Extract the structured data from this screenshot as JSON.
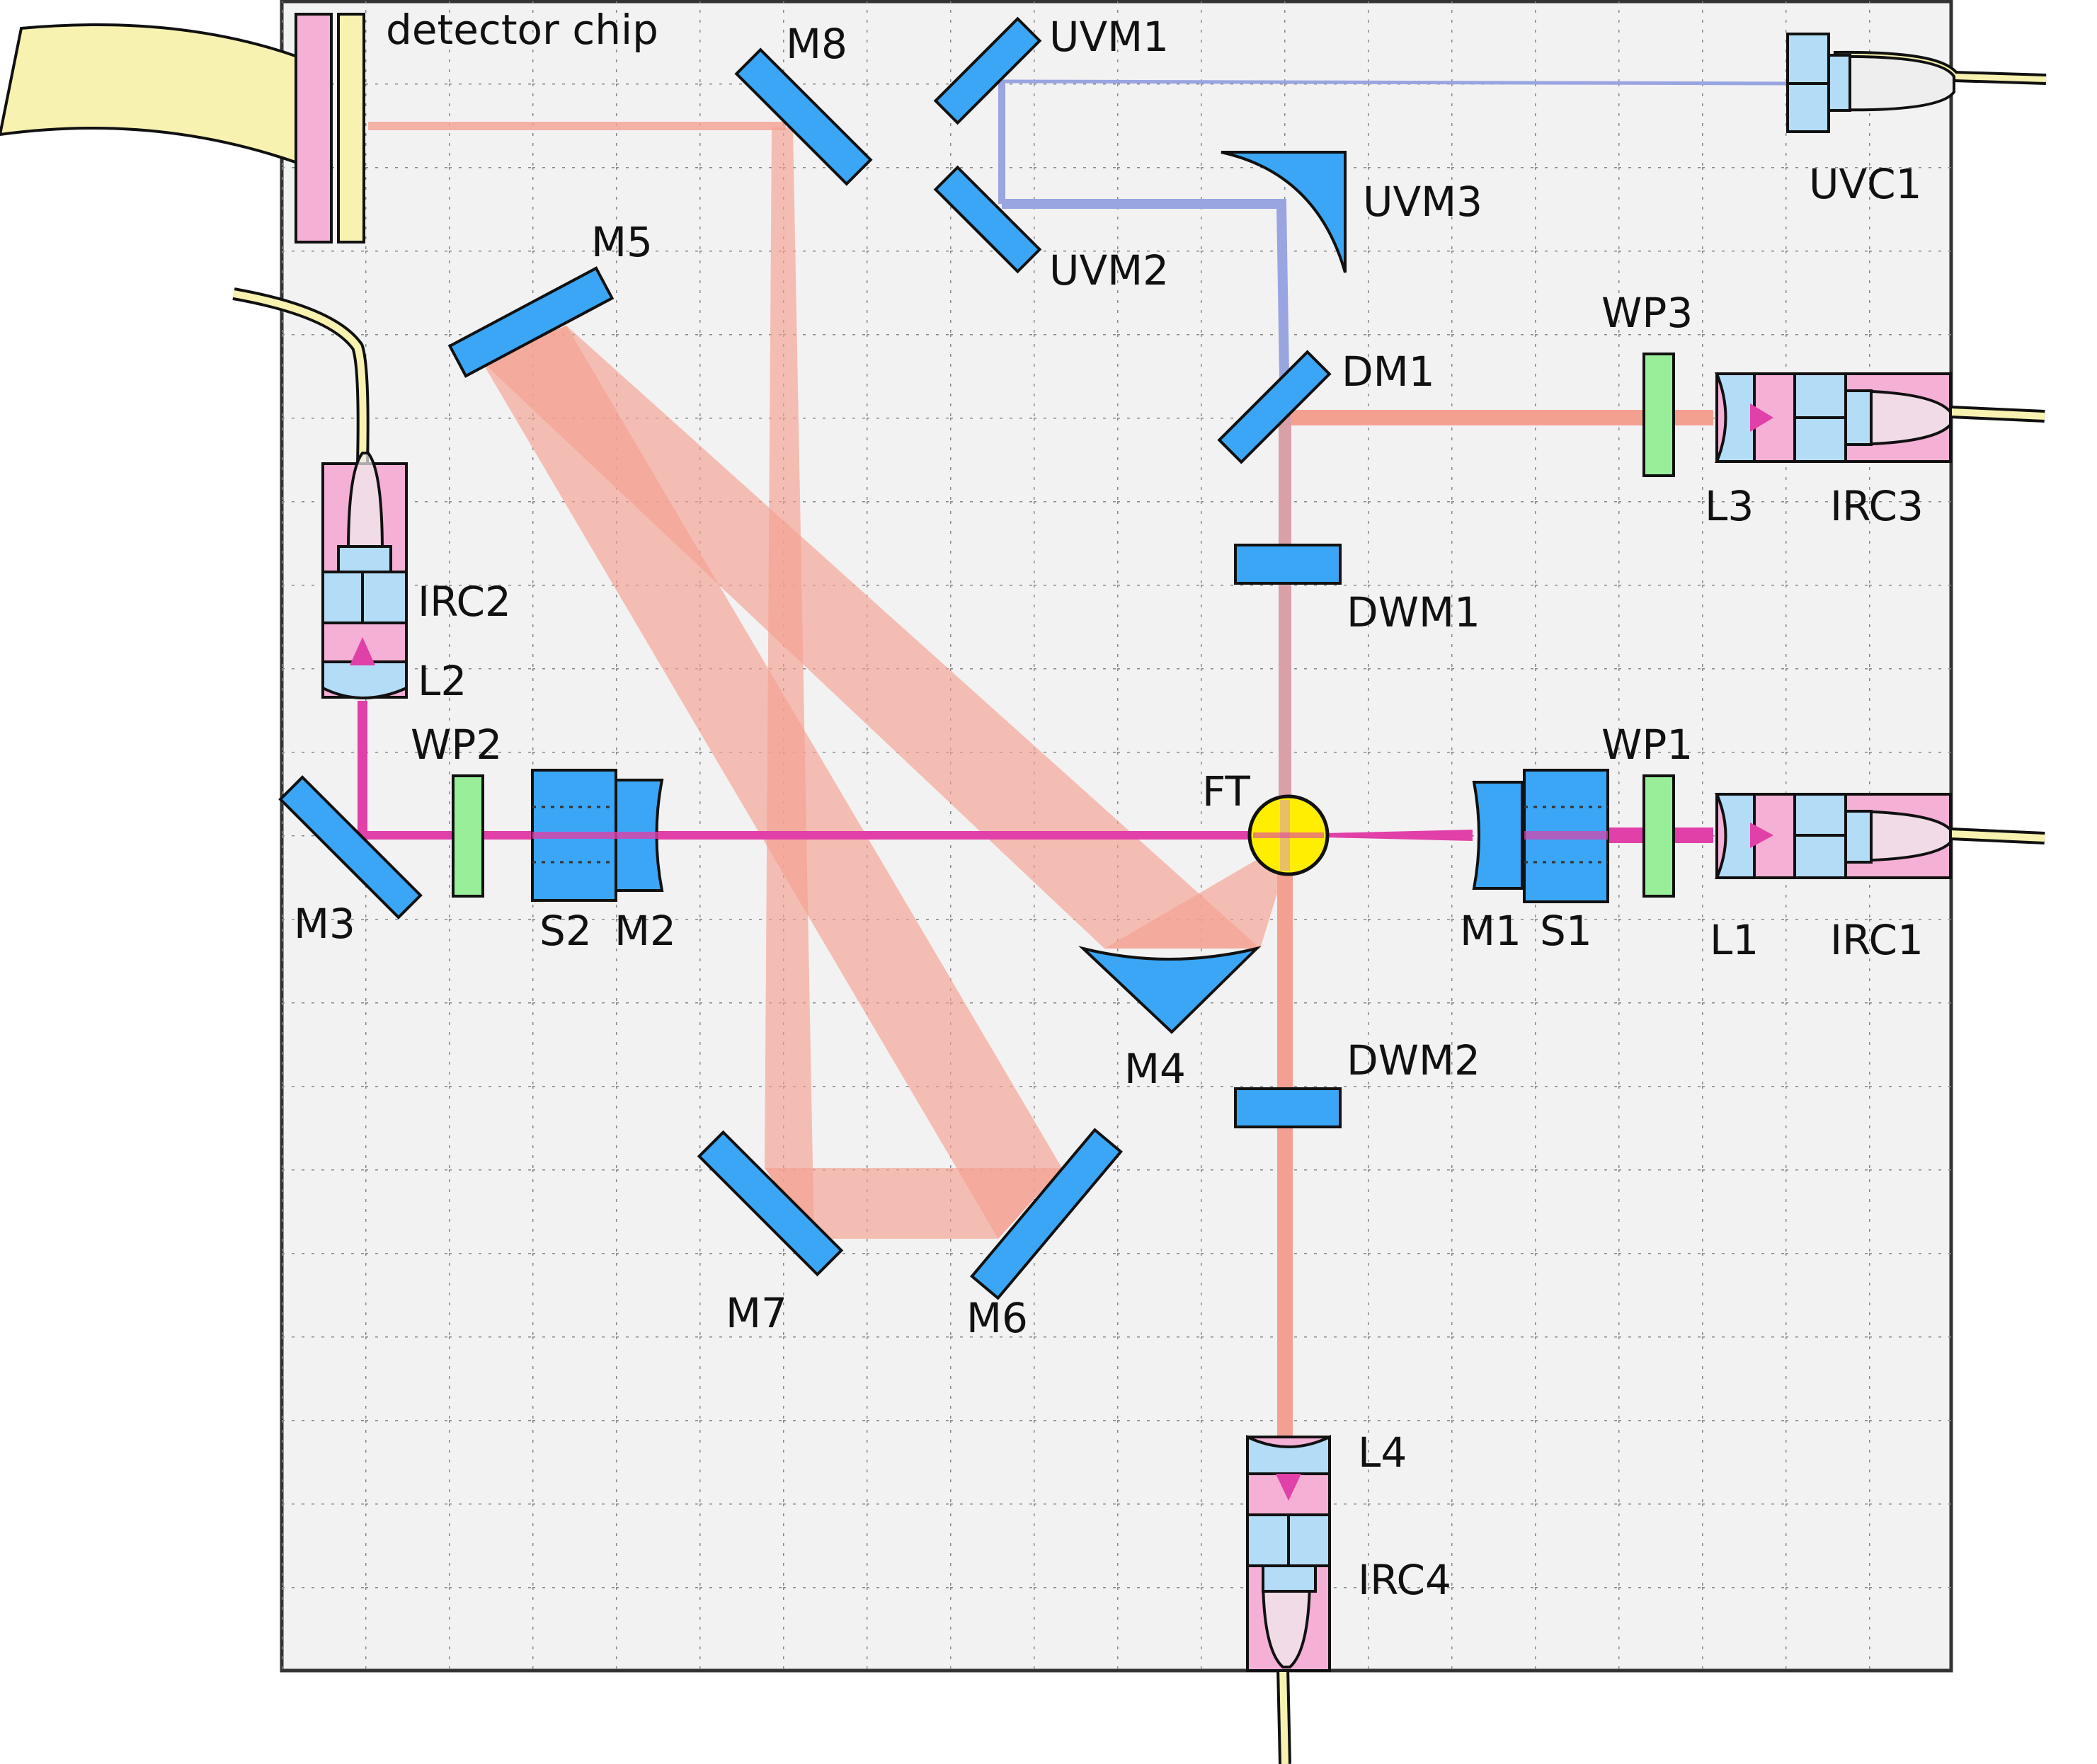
{
  "labels": {
    "detector_chip": "detector chip",
    "m8": "M8",
    "uvm1": "UVM1",
    "uvm2": "UVM2",
    "uvm3": "UVM3",
    "uvc1": "UVC1",
    "m5": "M5",
    "dm1": "DM1",
    "wp3": "WP3",
    "l3": "L3",
    "irc3": "IRC3",
    "dwm1": "DWM1",
    "irc2": "IRC2",
    "l2": "L2",
    "wp2": "WP2",
    "wp1": "WP1",
    "ft": "FT",
    "m3": "M3",
    "s2": "S2",
    "m2": "M2",
    "m1": "M1",
    "s1": "S1",
    "l1": "L1",
    "irc1": "IRC1",
    "m4": "M4",
    "dwm2": "DWM2",
    "m7": "M7",
    "m6": "M6",
    "l4": "L4",
    "irc4": "IRC4"
  },
  "colors": {
    "board": "#f2f2f2",
    "grid": "#888888",
    "mirror": "#3aa6f5",
    "waveplate": "#99ee99",
    "lens": "#b3dcf7",
    "collimator_body": "#f5b0d6",
    "detector_pink": "#f5b0d6",
    "detector_yellow": "#f8f2b0",
    "ir_beam": "#f4a090",
    "pump_beam": "#e040a8",
    "uv_beam": "#98a5e0",
    "target": "#ffee00"
  },
  "icons": {
    "mirror": "rectangle-mirror-icon",
    "curved_mirror": "curved-mirror-icon",
    "collimator": "fiber-collimator-icon",
    "fiber": "optical-fiber-icon"
  }
}
